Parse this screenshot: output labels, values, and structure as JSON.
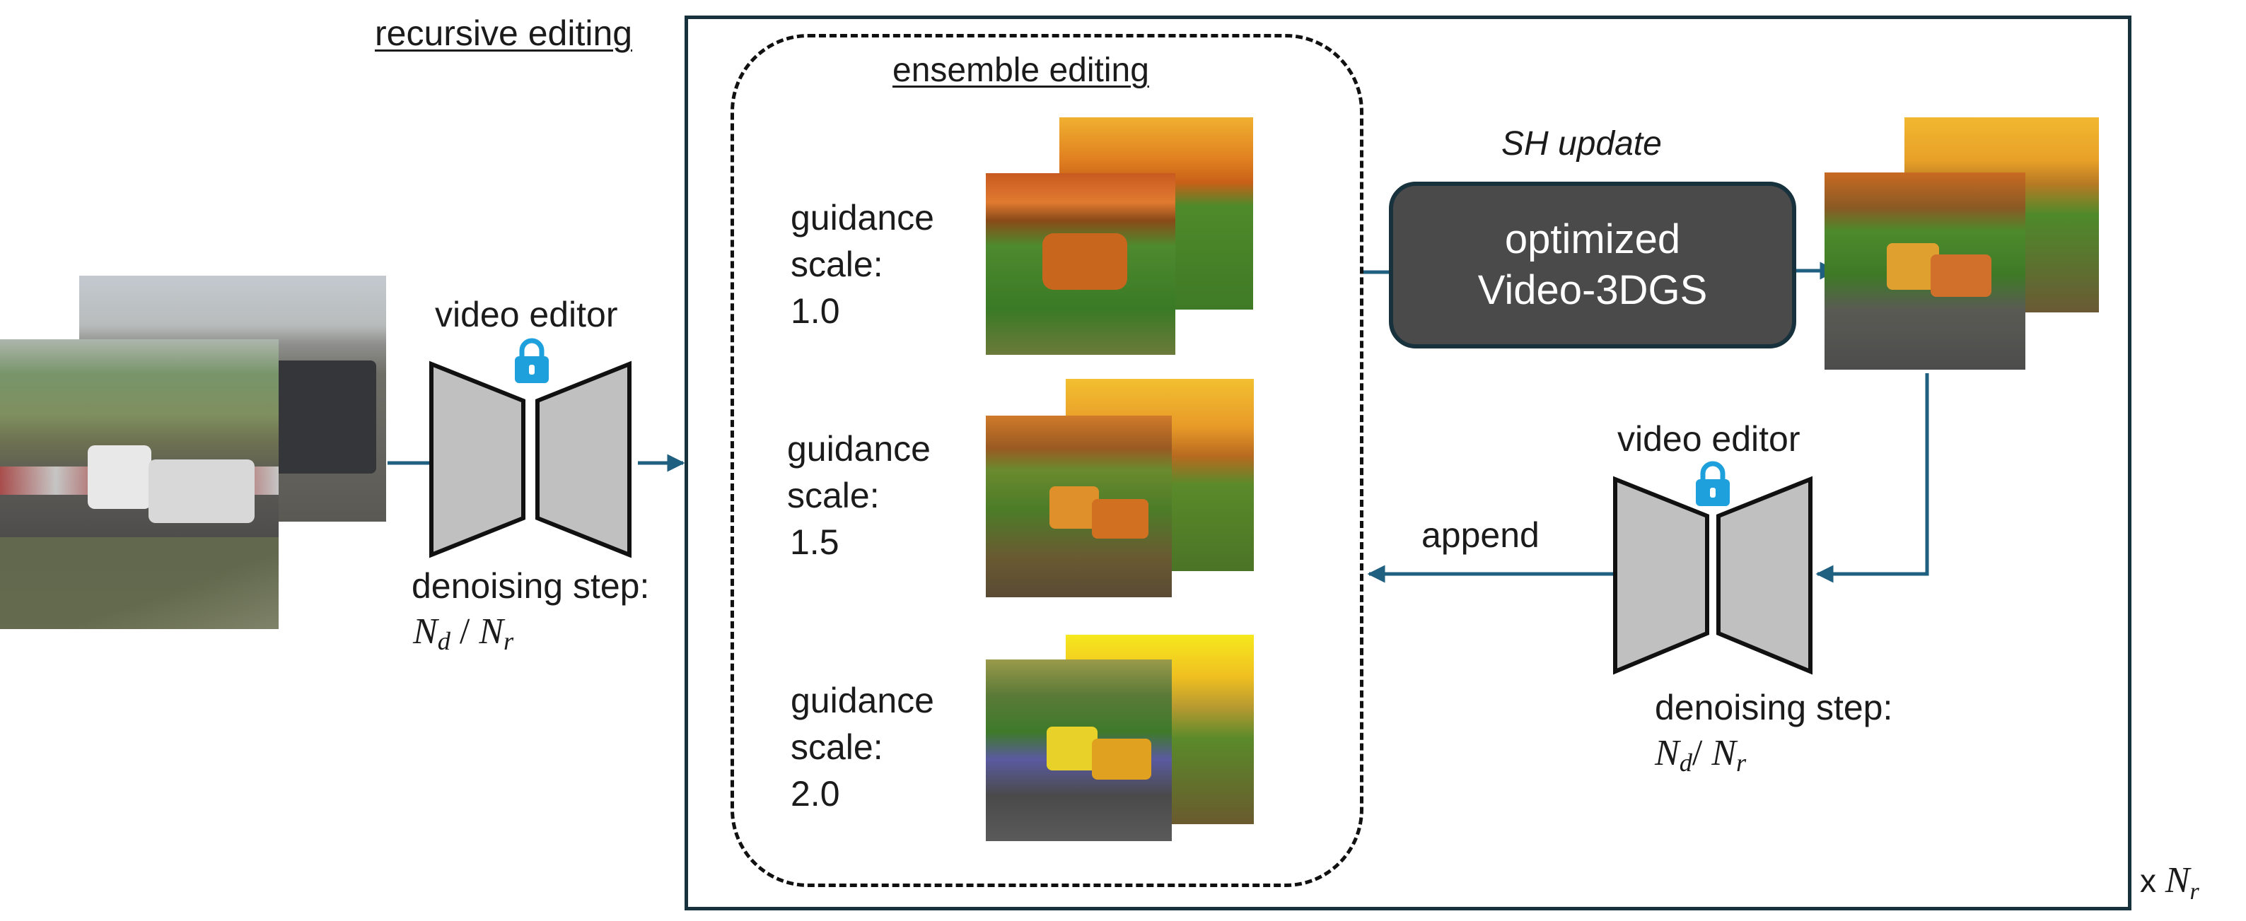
{
  "recursive_label": "recursive editing",
  "ensemble_label": "ensemble editing",
  "input_editor": {
    "title": "video editor",
    "step_label": "denoising step:",
    "step_ratio": {
      "num": "N",
      "num_sub": "d",
      "sep": " / ",
      "den": "N",
      "den_sub": "r"
    }
  },
  "loop_editor": {
    "title": "video editor",
    "step_label": "denoising step:",
    "step_ratio": {
      "num": "N",
      "num_sub": "d",
      "sep": "/ ",
      "den": "N",
      "den_sub": "r"
    }
  },
  "ensemble": [
    {
      "label_line1": "guidance",
      "label_line2": "scale:",
      "value": "1.0"
    },
    {
      "label_line1": "guidance",
      "label_line2": "scale:",
      "value": "1.5"
    },
    {
      "label_line1": "guidance",
      "label_line2": "scale:",
      "value": "2.0"
    }
  ],
  "sh_update_label": "SH update",
  "gaussian_box": {
    "line1": "optimized",
    "line2": "Video-3DGS"
  },
  "append_label": "append",
  "repeat": {
    "prefix": "x",
    "var": "N",
    "sub": "r"
  },
  "colors": {
    "frame_border": "#17313d",
    "arrow": "#1f5f7f",
    "lock": "#1ea0dc",
    "editor_fill": "#c0c0c0",
    "box_fill": "#4a4a4a"
  }
}
